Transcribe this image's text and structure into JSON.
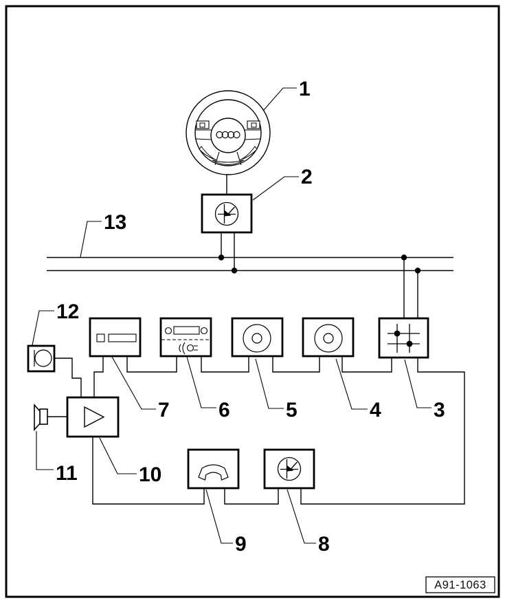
{
  "diagram": {
    "footer": {
      "code": "A91-1063"
    },
    "colors": {
      "line": "#000000",
      "background": "#ffffff"
    },
    "callouts": [
      {
        "label": "1",
        "component": "steering-wheel"
      },
      {
        "label": "2",
        "component": "steering-column-control-unit"
      },
      {
        "label": "3",
        "component": "bus-interface"
      },
      {
        "label": "4",
        "component": "loudspeaker"
      },
      {
        "label": "5",
        "component": "loudspeaker"
      },
      {
        "label": "6",
        "component": "radio-head-unit"
      },
      {
        "label": "7",
        "component": "display-unit"
      },
      {
        "label": "8",
        "component": "control-unit"
      },
      {
        "label": "9",
        "component": "telephone"
      },
      {
        "label": "10",
        "component": "amplifier"
      },
      {
        "label": "11",
        "component": "loudspeaker-small"
      },
      {
        "label": "12",
        "component": "microphone"
      },
      {
        "label": "13",
        "component": "data-bus-lines"
      }
    ]
  }
}
